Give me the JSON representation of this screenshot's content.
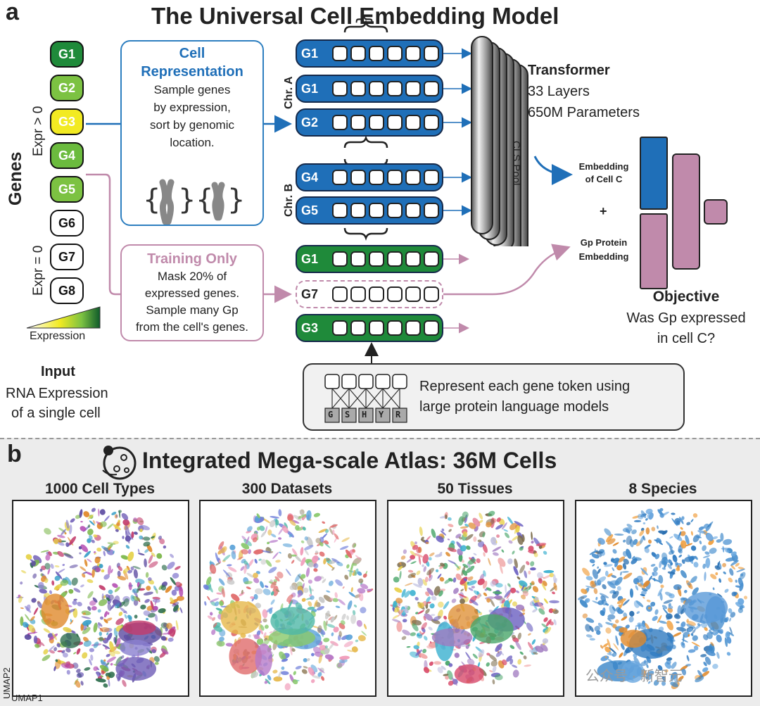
{
  "panel_a": {
    "label": "a",
    "title": "The Universal Cell Embedding Model",
    "genes_axis_label": "Genes",
    "expr_pos_label": "Expr > 0",
    "expr_zero_label": "Expr = 0",
    "genes": [
      {
        "label": "G1",
        "color": "#1f8a3a",
        "text_color": "#ffffff"
      },
      {
        "label": "G2",
        "color": "#7cc242",
        "text_color": "#ffffff"
      },
      {
        "label": "G3",
        "color": "#f2ea22",
        "text_color": "#ffffff"
      },
      {
        "label": "G4",
        "color": "#6bbb3e",
        "text_color": "#ffffff"
      },
      {
        "label": "G5",
        "color": "#7cc242",
        "text_color": "#ffffff"
      },
      {
        "label": "G6",
        "color": "#ffffff",
        "text_color": "#111111"
      },
      {
        "label": "G7",
        "color": "#ffffff",
        "text_color": "#111111"
      },
      {
        "label": "G8",
        "color": "#ffffff",
        "text_color": "#111111"
      }
    ],
    "expression_label": "Expression",
    "input_title": "Input",
    "input_line1": "RNA Expression",
    "input_line2": "of a single cell",
    "cell_rep": {
      "title1": "Cell",
      "title2": "Representation",
      "lines": [
        "Sample genes",
        "by expression,",
        "sort by genomic",
        "location."
      ]
    },
    "training": {
      "title": "Training Only",
      "lines": [
        "Mask 20% of",
        "expressed genes.",
        "Sample many Gp",
        "from the cell's genes."
      ]
    },
    "chr_a": "Chr. A",
    "chr_b": "Chr. B",
    "blue_tokens": [
      "G1",
      "G1",
      "G2",
      "G4",
      "G5"
    ],
    "green_tokens": [
      "G1",
      "G7",
      "G3"
    ],
    "transformer": {
      "title": "Transformer",
      "line1": "33 Layers",
      "line2": "650M Parameters"
    },
    "cls_pool": "CLS Pool",
    "embedding_label1": "Embedding",
    "embedding_label2": "of Cell C",
    "plus": "+",
    "protein_emb1": "Gp Protein",
    "protein_emb2": "Embedding",
    "objective_title": "Objective",
    "objective_line1": "Was Gp expressed",
    "objective_line2": "in cell C?",
    "plm_line1": "Represent each gene token using",
    "plm_line2": "large protein language models",
    "aa_letters": [
      "G",
      "S",
      "H",
      "Y",
      "R"
    ],
    "colors": {
      "blue": "#1f6fb8",
      "green": "#1f8a3a",
      "purple": "#c08aab",
      "lightblue_border": "#2e7fc0"
    }
  },
  "panel_b": {
    "label": "b",
    "title": "Integrated Mega-scale Atlas: 36M Cells",
    "umaps": [
      {
        "title": "1000 Cell Types"
      },
      {
        "title": "300 Datasets"
      },
      {
        "title": "50 Tissues"
      },
      {
        "title": "8 Species"
      }
    ],
    "umap2": "UMAP2",
    "umap1": "UMAP1",
    "watermark": "公众号 · 新智元"
  }
}
